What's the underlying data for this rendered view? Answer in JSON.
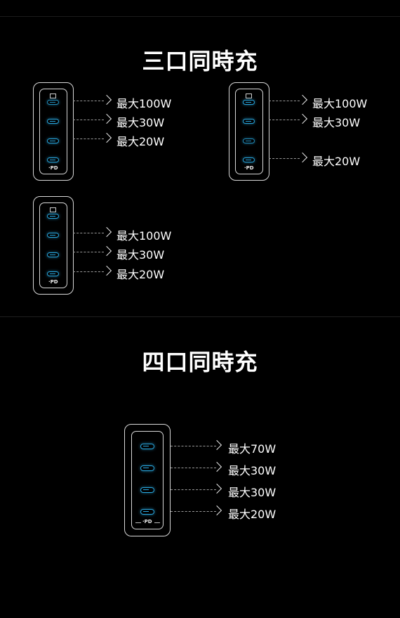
{
  "section_three": {
    "title": "三口同時充"
  },
  "section_four": {
    "title": "四口同時充"
  },
  "accent_color": "#29a8e0",
  "charger_badge": "·PD",
  "charger_a": {
    "labels": [
      "最大100W",
      "最大30W",
      "最大20W"
    ]
  },
  "charger_b": {
    "labels": [
      "最大100W",
      "最大30W",
      "最大20W"
    ]
  },
  "charger_c": {
    "labels": [
      "最大100W",
      "最大30W",
      "最大20W"
    ]
  },
  "charger_d": {
    "labels": [
      "最大70W",
      "最大30W",
      "最大30W",
      "最大20W"
    ]
  }
}
